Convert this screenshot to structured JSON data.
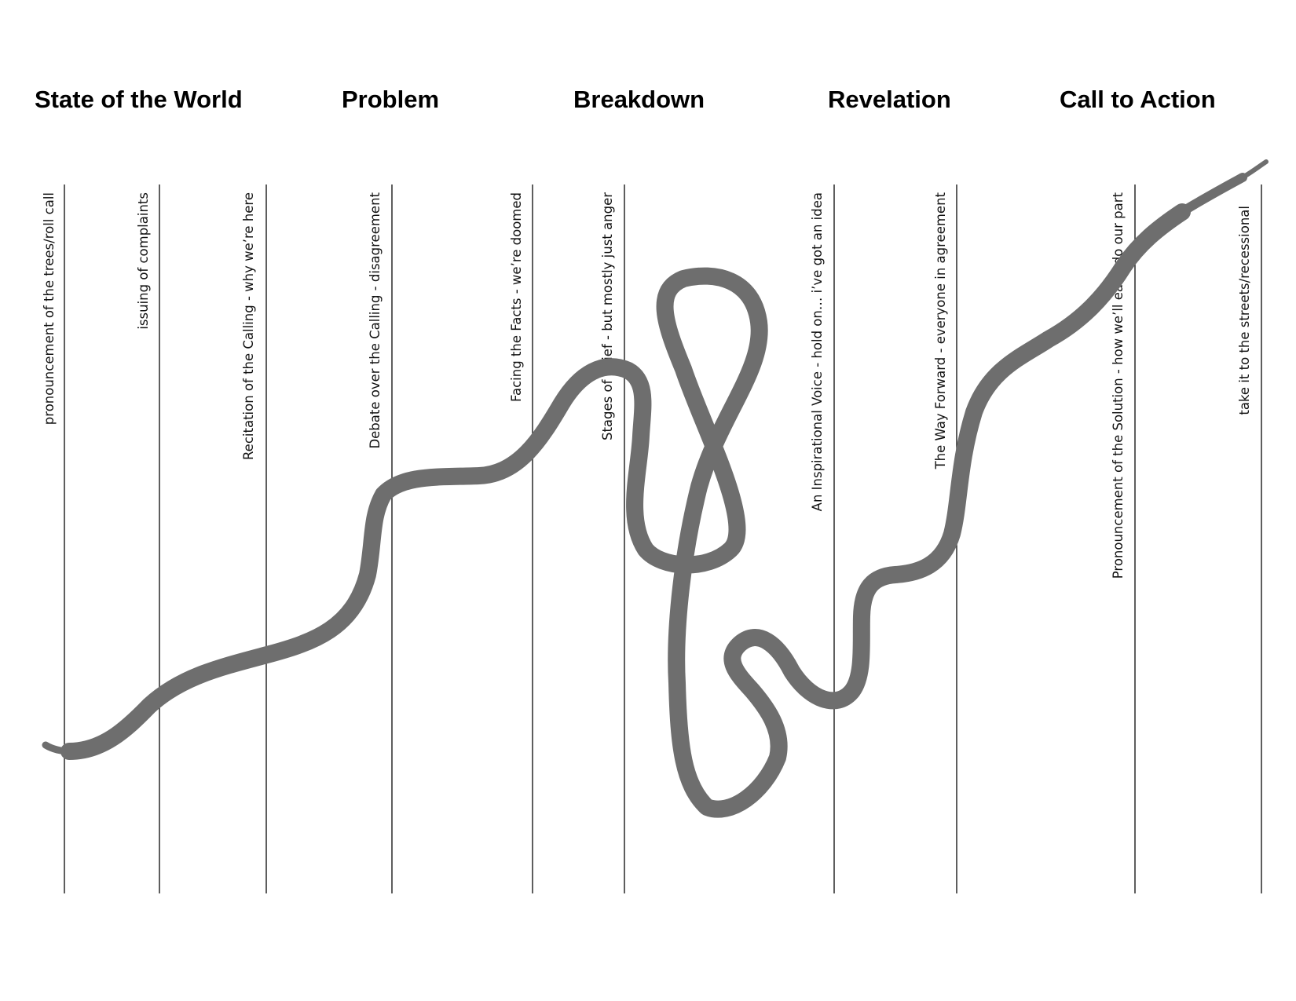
{
  "sections": [
    {
      "title": "State of the World"
    },
    {
      "title": "Problem"
    },
    {
      "title": "Breakdown"
    },
    {
      "title": "Revelation"
    },
    {
      "title": "Call to Action"
    }
  ],
  "beats": [
    {
      "label": "pronouncement of the trees/roll call"
    },
    {
      "label": "issuing of complaints"
    },
    {
      "label": "Recitation of  the Calling - why we’re here"
    },
    {
      "label": "Debate over the Calling - disagreement"
    },
    {
      "label": "Facing the Facts - we’re doomed"
    },
    {
      "label": "Stages of Grief - but mostly just anger"
    },
    {
      "label": "An Inspirational Voice - hold on… i’ve got an idea"
    },
    {
      "label": "The Way Forward - everyone in agreement"
    },
    {
      "label": "Pronouncement of the Solution - how we’ll each do our part"
    },
    {
      "label": "take it to the streets/recessional"
    }
  ],
  "colors": {
    "river": "#6e6e6e",
    "river_highlight": "#8a8a8a",
    "divider": "#1a1a1a",
    "text": "#000000"
  }
}
